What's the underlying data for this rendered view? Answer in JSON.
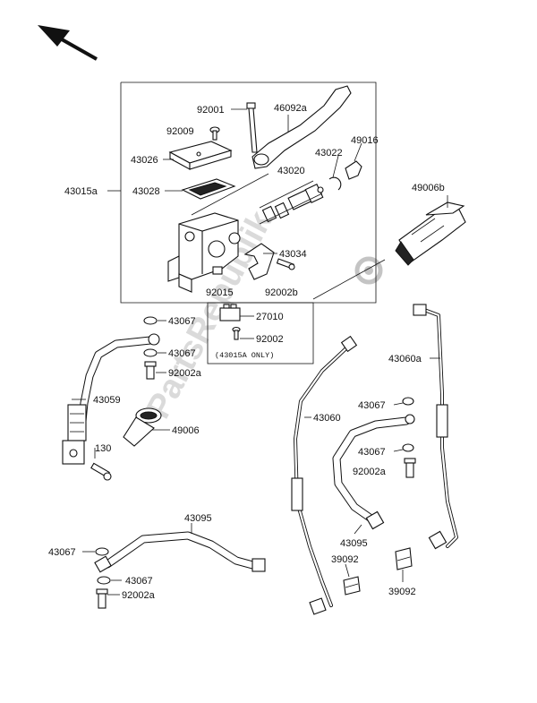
{
  "watermark": "PartsRepublik",
  "labels": {
    "p92001": "92001",
    "p46092a": "46092a",
    "p92009": "92009",
    "p43026": "43026",
    "p43022": "43022",
    "p49016": "49016",
    "p43020": "43020",
    "p43015a": "43015a",
    "p43028": "43028",
    "p49006b": "49006b",
    "p43034": "43034",
    "p92015": "92015",
    "p92002b": "92002b",
    "p27010": "27010",
    "p92002_box": "92002",
    "note": "(43015A ONLY)",
    "p43067_1": "43067",
    "p43067_2": "43067",
    "p92002a_1": "92002a",
    "p43059": "43059",
    "p49006": "49006",
    "p130": "130",
    "p43060a": "43060a",
    "p43067_3": "43067",
    "p43060": "43060",
    "p43067_4": "43067",
    "p92002a_2": "92002a",
    "p43095_1": "43095",
    "p43067_5": "43067",
    "p43067_6": "43067",
    "p92002a_3": "92002a",
    "p43095_2": "43095",
    "p39092_1": "39092",
    "p39092_2": "39092"
  },
  "icons": {
    "arrow": "direction-arrow-icon",
    "watermark_gear": "gear-logo-icon"
  }
}
